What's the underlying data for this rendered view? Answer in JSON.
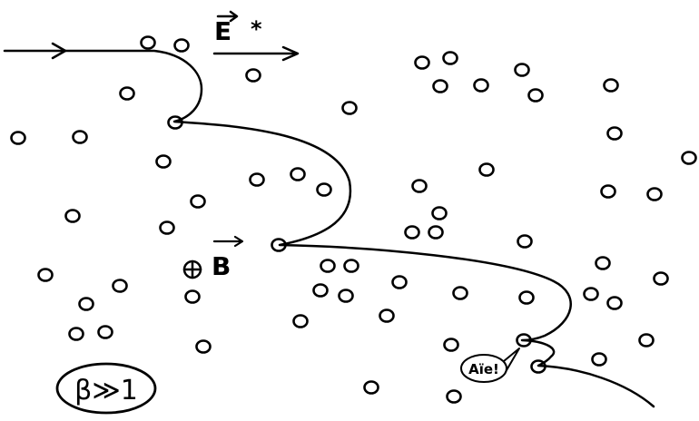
{
  "labels": {
    "electric_field": "E",
    "electric_field_mark": "*",
    "magnetic_field": "B",
    "beta": "β≫1",
    "exclamation": "Aïe!"
  },
  "colors": {
    "ink": "#000000",
    "background": "#ffffff"
  },
  "icons": {
    "b_field_symbol": "circle-plus-icon",
    "vector_arrow": "right-arrow-icon"
  }
}
